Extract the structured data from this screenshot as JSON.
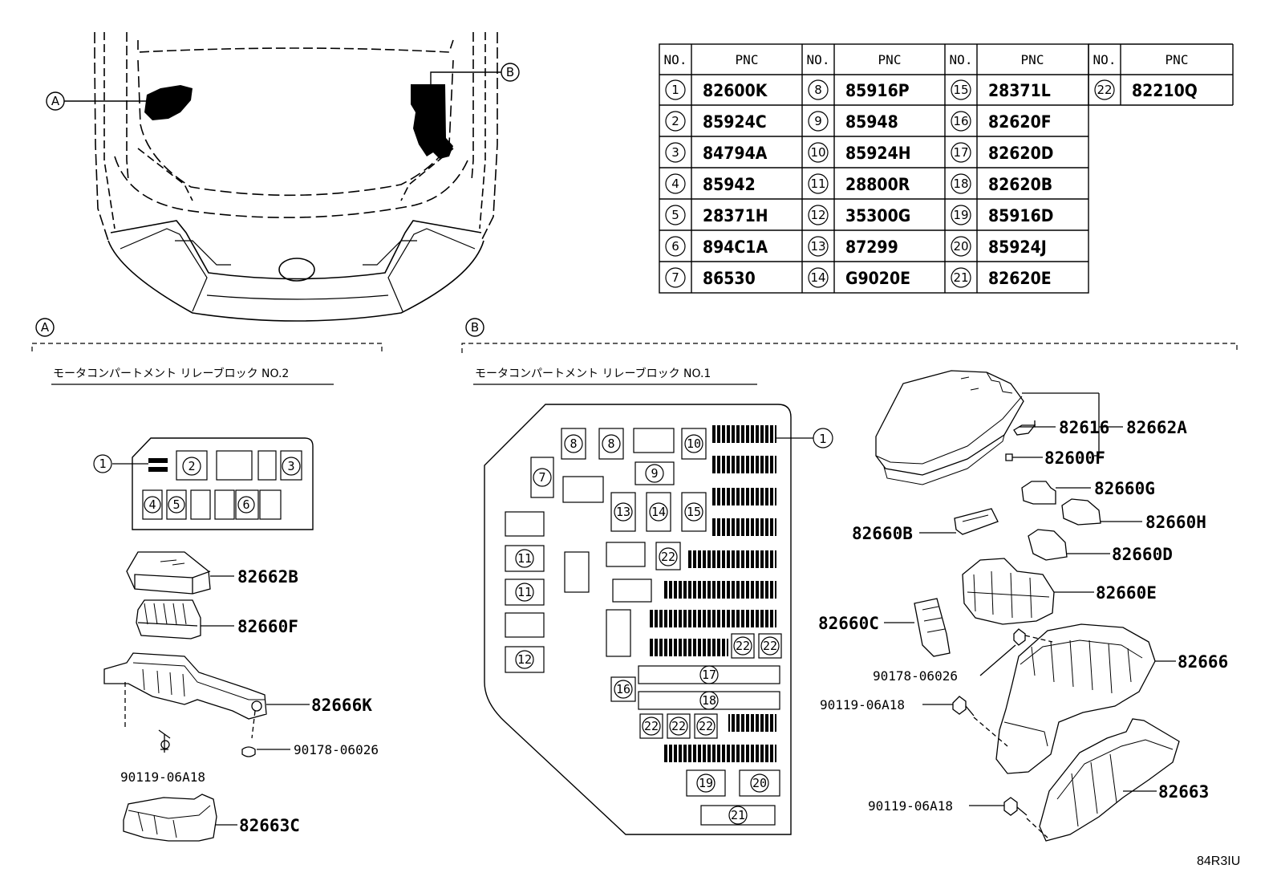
{
  "table": {
    "header_no": "NO.",
    "header_pnc": "PNC",
    "rows": [
      {
        "no": "1",
        "pnc": "82600K"
      },
      {
        "no": "2",
        "pnc": "85924C"
      },
      {
        "no": "3",
        "pnc": "84794A"
      },
      {
        "no": "4",
        "pnc": "85942"
      },
      {
        "no": "5",
        "pnc": "28371H"
      },
      {
        "no": "6",
        "pnc": "894C1A"
      },
      {
        "no": "7",
        "pnc": "86530"
      },
      {
        "no": "8",
        "pnc": "85916P"
      },
      {
        "no": "9",
        "pnc": "85948"
      },
      {
        "no": "10",
        "pnc": "85924H"
      },
      {
        "no": "11",
        "pnc": "28800R"
      },
      {
        "no": "12",
        "pnc": "35300G"
      },
      {
        "no": "13",
        "pnc": "87299"
      },
      {
        "no": "14",
        "pnc": "G9020E"
      },
      {
        "no": "15",
        "pnc": "28371L"
      },
      {
        "no": "16",
        "pnc": "82620F"
      },
      {
        "no": "17",
        "pnc": "82620D"
      },
      {
        "no": "18",
        "pnc": "82620B"
      },
      {
        "no": "19",
        "pnc": "85916D"
      },
      {
        "no": "20",
        "pnc": "85924J"
      },
      {
        "no": "21",
        "pnc": "82620E"
      },
      {
        "no": "22",
        "pnc": "82210Q"
      }
    ]
  },
  "view_markers": {
    "a": "A",
    "b": "B"
  },
  "sections": {
    "a_title": "モータコンパートメント リレーブロック NO.2",
    "b_title": "モータコンパートメント リレーブロック NO.1"
  },
  "parts_a": {
    "p1": "82662B",
    "p2": "82660F",
    "p3": "82666K",
    "p4": "90178-06026",
    "p5": "90119-06A18",
    "p6": "82663C"
  },
  "parts_b": {
    "p1": "82616",
    "p2": "82662A",
    "p3": "82600F",
    "p4": "82660G",
    "p5": "82660H",
    "p6": "82660B",
    "p7": "82660D",
    "p8": "82660E",
    "p9": "82660C",
    "p10": "90178-06026",
    "p11": "82666",
    "p12": "90119-06A18",
    "p13": "90119-06A18",
    "p14": "82663"
  },
  "illustration_id": "84R3IU"
}
